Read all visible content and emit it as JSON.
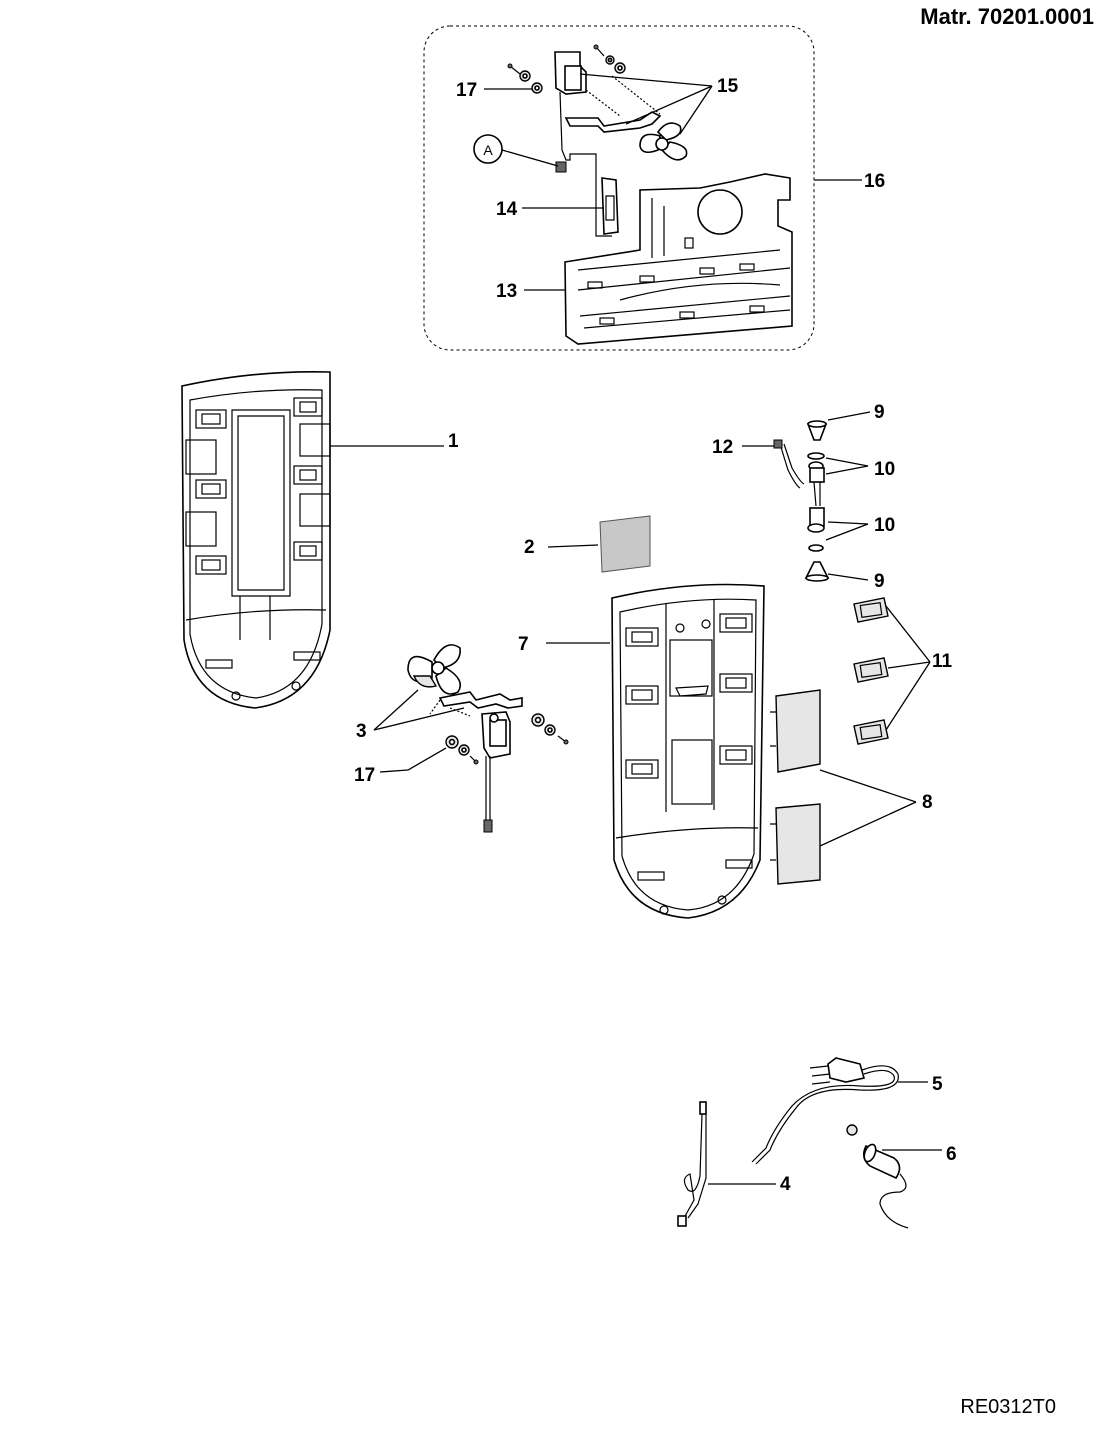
{
  "header": {
    "material_code": "Matr. 70201.0001"
  },
  "footer": {
    "drawing_code": "RE0312T0"
  },
  "callouts": {
    "l1": "1",
    "l2": "2",
    "l3": "3",
    "l4": "4",
    "l5": "5",
    "l6": "6",
    "l7": "7",
    "l8": "8",
    "l9a": "9",
    "l9b": "9",
    "l10a": "10",
    "l10b": "10",
    "l11": "11",
    "l12": "12",
    "l13": "13",
    "l14": "14",
    "l15": "15",
    "l16": "16",
    "l17a": "17",
    "l17b": "17",
    "connector_a": "A"
  }
}
